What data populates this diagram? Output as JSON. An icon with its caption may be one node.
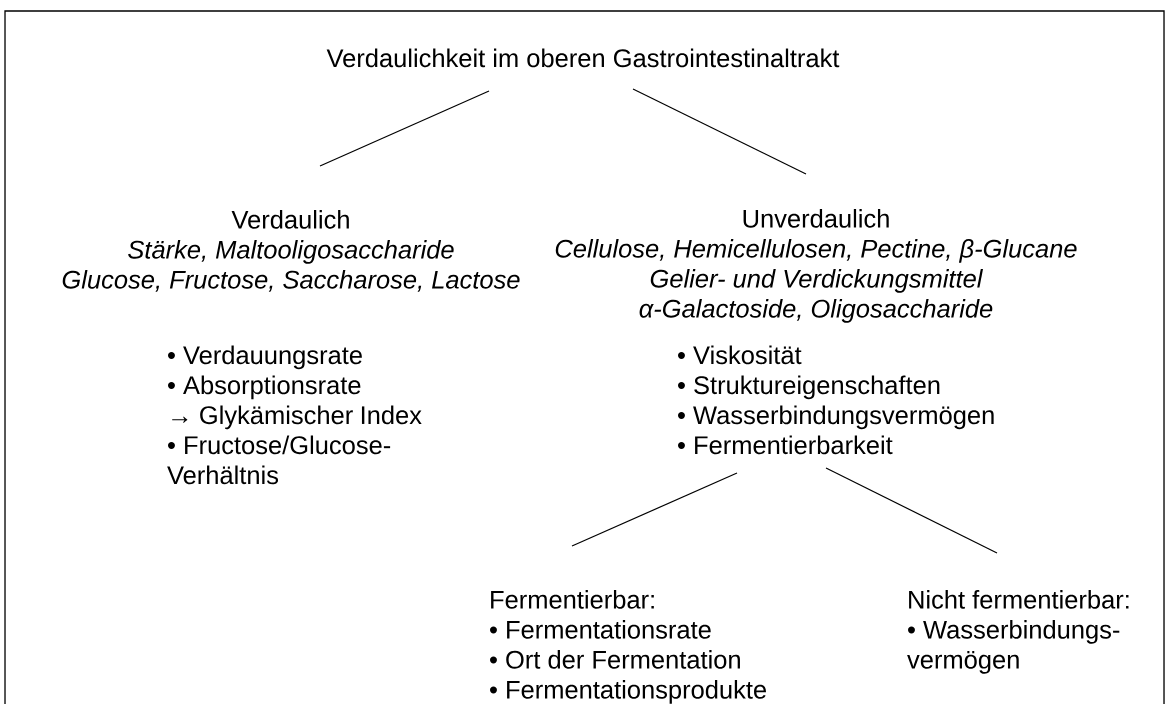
{
  "diagram": {
    "nodes": [
      {
        "text": [
          "Verdaulichkeit im oberen Gastrointestinaltrakt"
        ]
      },
      {
        "text": [
          "Verdaulich",
          "Stärke, Maltooligosaccharide",
          "Glucose, Fructose, Saccharose, Lactose",
          "• Verdauungsrate",
          "• Absorptionsrate",
          "→ Glykämischer Index",
          "• Fructose/Glucose-Verhältnis"
        ]
      },
      {
        "text": [
          "Unverdaulich",
          "Cellulose, Hemicellulosen, Pectine, β-Glucane",
          "Gelier- und Verdickungsmittel",
          "α-Galactoside, Oligosaccharide",
          "• Viskosität",
          "• Struktureigenschaften",
          "• Wasserbindungsvermögen",
          "• Fermentierbarkeit"
        ]
      },
      {
        "text": [
          "Fermentierbar:",
          "• Fermentationsrate",
          "• Ort der Fermentation",
          "• Fermentationsprodukte"
        ]
      },
      {
        "text": [
          "Nicht fermentierbar:",
          "• Wasserbindungs-vermögen"
        ]
      }
    ],
    "edges": [
      {
        "from": 0,
        "to": 1,
        "arrow": "none"
      },
      {
        "from": 0,
        "to": 2,
        "arrow": "none"
      },
      {
        "from": 2,
        "to": 3,
        "arrow": "none"
      },
      {
        "from": 2,
        "to": 4,
        "arrow": "none"
      }
    ]
  }
}
